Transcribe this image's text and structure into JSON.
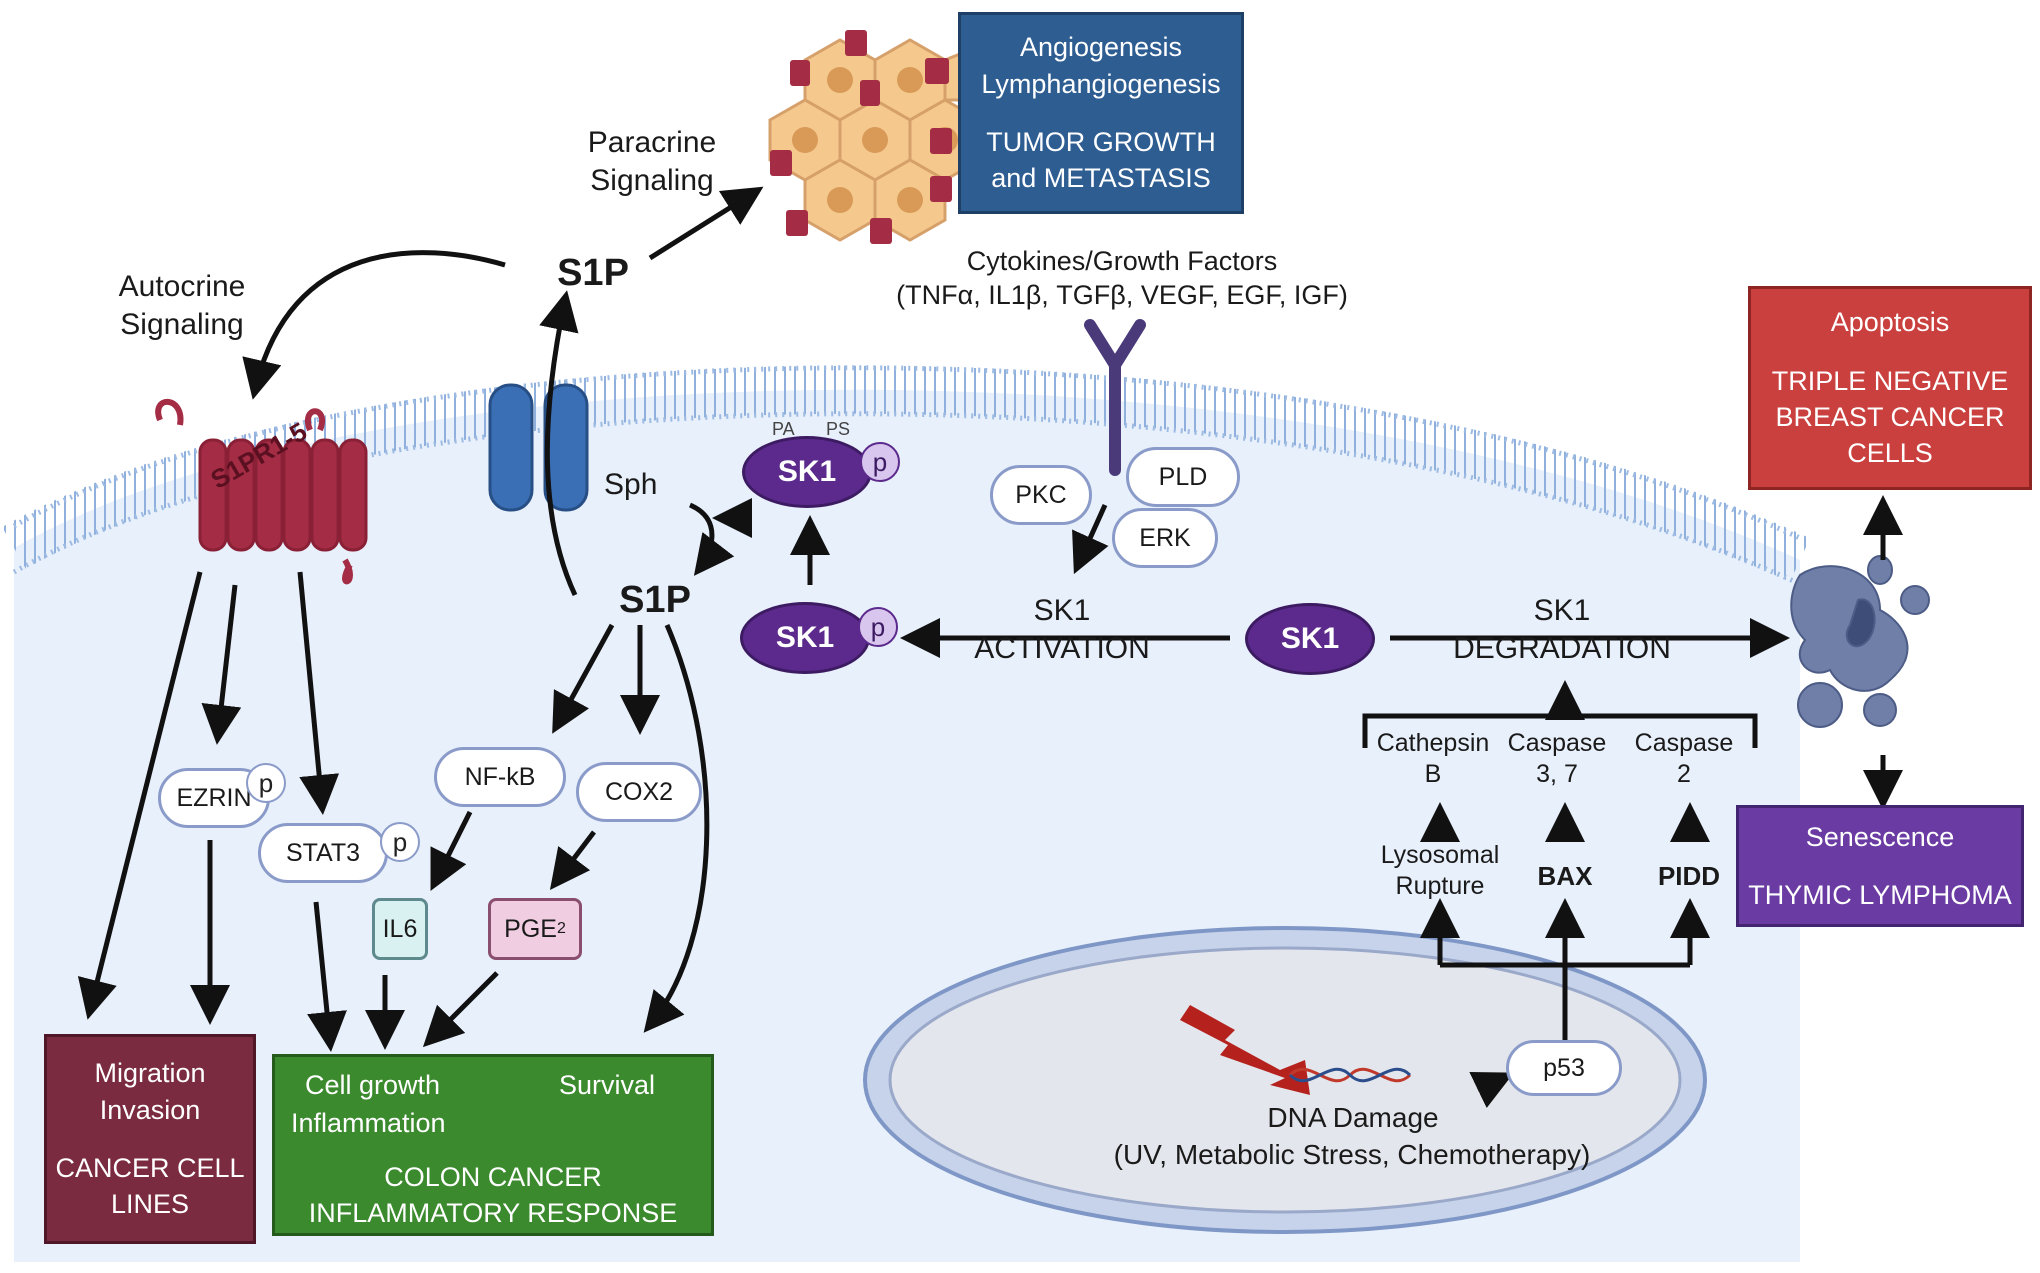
{
  "signaling": {
    "paracrine": [
      "Paracrine",
      "Signaling"
    ],
    "autocrine": [
      "Autocrine",
      "Signaling"
    ],
    "s1p_top": "S1P",
    "s1p_inner": "S1P",
    "sph": "Sph"
  },
  "receptor": {
    "label": "S1PR1-5"
  },
  "lipids": {
    "pa": "PA",
    "ps": "PS"
  },
  "cytokines": {
    "line1": "Cytokines/Growth Factors",
    "line2": "(TNFα, IL1β, TGFβ, VEGF, EGF, IGF)"
  },
  "kinases": {
    "pkc": "PKC",
    "pld": "PLD",
    "erk": "ERK"
  },
  "sk1": {
    "label": "SK1",
    "phospho": "p",
    "activation": [
      "SK1",
      "ACTIVATION"
    ],
    "degradation": [
      "SK1",
      "DEGRADATION"
    ]
  },
  "effectors": {
    "ezrin": "EZRIN",
    "stat3": "STAT3",
    "nfkb": "NF-kB",
    "cox2": "COX2",
    "il6": "IL6",
    "pge2": "PGE",
    "pge2_sub": "2"
  },
  "proteases": [
    {
      "name": "Cathepsin",
      "sub": "B"
    },
    {
      "name": "Caspase",
      "sub": "3, 7"
    },
    {
      "name": "Caspase",
      "sub": "2"
    }
  ],
  "upstream": {
    "lysosomal": [
      "Lysosomal",
      "Rupture"
    ],
    "bax": "BAX",
    "pidd": "PIDD",
    "p53": "p53"
  },
  "nucleus": {
    "line1": "DNA Damage",
    "line2": "(UV, Metabolic Stress, Chemotherapy)"
  },
  "outcomes": {
    "angiogenesis": {
      "lines": [
        "Angiogenesis",
        "Lymphangiogenesis",
        "",
        "TUMOR GROWTH",
        "and METASTASIS"
      ],
      "color": "#2e5d92"
    },
    "apoptosis": {
      "lines": [
        "Apoptosis",
        "",
        "TRIPLE NEGATIVE",
        "BREAST CANCER",
        "CELLS"
      ],
      "color": "#c9403e"
    },
    "senescence": {
      "lines": [
        "Senescence",
        "",
        "THYMIC LYMPHOMA"
      ],
      "color": "#6a3ba2"
    },
    "migration": {
      "lines": [
        "Migration",
        "Invasion",
        "",
        "CANCER CELL",
        "LINES"
      ],
      "color": "#7a2b3f"
    },
    "colon": {
      "left": [
        "Cell growth",
        "Inflammation"
      ],
      "right": "Survival",
      "bottom": [
        "COLON CANCER",
        "INFLAMMATORY RESPONSE"
      ],
      "color": "#3b8a2e"
    }
  },
  "colors": {
    "cell": "#e8f0fb",
    "membrane": "#8fb0dc",
    "receptor": "#a42d45",
    "channel": "#3a6fb5",
    "sk1": "#5b2a8c",
    "pill_border": "#8a9bc9"
  }
}
